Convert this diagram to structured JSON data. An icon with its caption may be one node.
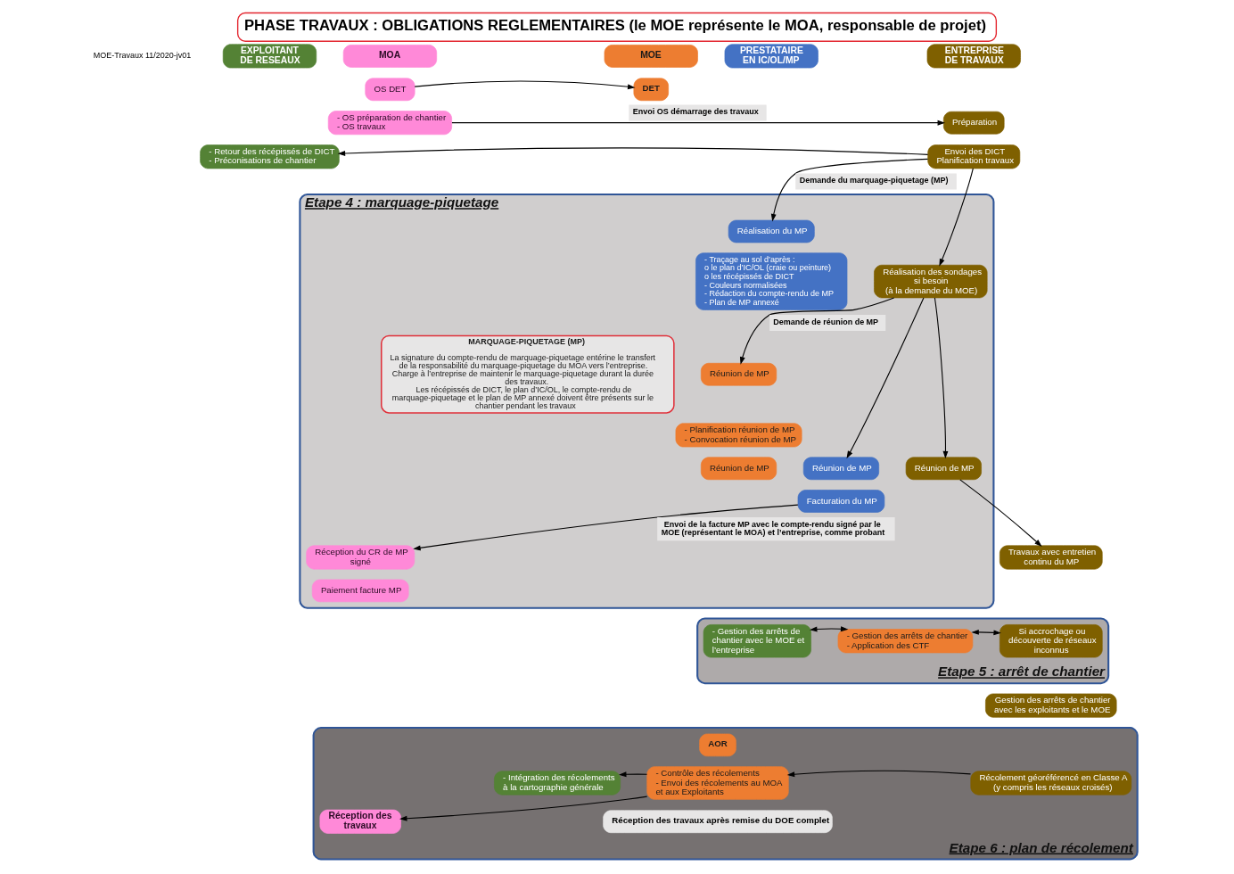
{
  "diagram": {
    "title": "PHASE TRAVAUX : OBLIGATIONS REGLEMENTAIRES (le MOE représente le MOA, responsable de projet)",
    "nodes": [
      {
        "text": [
          "EXPLOITANT DE RESEAUX"
        ]
      },
      {
        "text": [
          "MOA"
        ]
      },
      {
        "text": [
          "MOE"
        ]
      },
      {
        "text": [
          "PRESTATAIRE EN IC/OL/MP"
        ]
      },
      {
        "text": [
          "ENTREPRISE DE TRAVAUX"
        ]
      },
      {
        "text": [
          "OS DET"
        ]
      },
      {
        "text": [
          "DET"
        ]
      },
      {
        "text": [
          "- OS préparation de chantier",
          "- OS travaux"
        ]
      },
      {
        "text": [
          "Préparation"
        ]
      },
      {
        "text": [
          "Envoi des DICT",
          "Planification travaux"
        ]
      },
      {
        "text": [
          "- Retour des récépissés de DICT",
          "- Préconisations de chantier"
        ]
      },
      {
        "text": [
          "Etape 4 : marquage-piquetage"
        ]
      },
      {
        "text": [
          "MARQUAGE-PIQUETAGE (MP)",
          "La signature du compte-rendu de marquage-piquetage entérine le transfert de la responsabilité du marquage-piquetage du MOA vers l’entreprise.",
          "Charge à l’entreprise de maintenir le marquage-piquetage durant la durée des travaux.",
          "Les récépissés de DICT, le plan d’IC/OL, le compte-rendu de marquage-piquetage et le plan de MP annexé doivent être présents sur le chantier pendant les travaux"
        ],
        "in": 11
      },
      {
        "text": [
          "Réalisation du MP"
        ],
        "in": 11
      },
      {
        "text": [
          "- Traçage au sol d’après :",
          "o le plan d’IC/OL (craie ou peinture)",
          "o les récépissés de DICT",
          "- Couleurs normalisées",
          "- Rédaction du compte-rendu de MP",
          "- Plan de MP annexé"
        ],
        "in": 11
      },
      {
        "text": [
          "Réalisation des sondages si besoin",
          "(à la demande du MOE)"
        ],
        "in": 11
      },
      {
        "text": [
          "Réunion de MP"
        ],
        "in": 11
      },
      {
        "text": [
          "- Planification réunion de MP",
          "- Convocation réunion de MP"
        ],
        "in": 11
      },
      {
        "text": [
          "Réunion de MP"
        ],
        "in": 11
      },
      {
        "text": [
          "Réunion de MP"
        ],
        "in": 11
      },
      {
        "text": [
          "Réunion de MP"
        ],
        "in": 11
      },
      {
        "text": [
          "Facturation du MP"
        ],
        "in": 11
      },
      {
        "text": [
          "Réception du CR de MP signé"
        ],
        "in": 11
      },
      {
        "text": [
          "Paiement facture MP"
        ],
        "in": 11
      },
      {
        "text": [
          "Travaux avec entretien continu du MP"
        ]
      },
      {
        "text": [
          "Etape 5 : arrêt de chantier"
        ]
      },
      {
        "text": [
          "- Gestion des arrêts de chantier avec le MOE et l’entreprise"
        ],
        "in": 25
      },
      {
        "text": [
          "- Gestion des arrêts de chantier",
          "- Application des CTF"
        ],
        "in": 25
      },
      {
        "text": [
          "Si accrochage ou découverte de réseaux inconnus"
        ],
        "in": 25
      },
      {
        "text": [
          "Gestion des arrêts de chantier avec les exploitants et le MOE"
        ]
      },
      {
        "text": [
          "Etape 6 : plan de récolement"
        ]
      },
      {
        "text": [
          "AOR"
        ],
        "in": 30
      },
      {
        "text": [
          "- Contrôle des récolements",
          "- Envoi des récolements au MOA et aux Exploitants"
        ],
        "in": 30
      },
      {
        "text": [
          "- Intégration des récolements à la cartographie générale"
        ],
        "in": 30
      },
      {
        "text": [
          "Réception des travaux"
        ],
        "in": 30
      },
      {
        "text": [
          "Récolement géoréférencé en Classe A",
          "(y compris les réseaux croisés)"
        ],
        "in": 30
      },
      {
        "text": [
          "Réception des travaux après remise du DOE complet"
        ],
        "in": 30
      }
    ],
    "edges": [
      {
        "from": 5,
        "to": 6,
        "arrow": "to"
      },
      {
        "from": 7,
        "to": 8,
        "arrow": "to",
        "label": "Envoi OS démarrage des travaux"
      },
      {
        "from": 9,
        "to": 10,
        "arrow": "to"
      },
      {
        "from": 9,
        "to": 15,
        "arrow": "to"
      },
      {
        "from": 9,
        "to": 13,
        "arrow": "to",
        "label": "Demande du marquage-piquetage (MP)"
      },
      {
        "from": 15,
        "to": 16,
        "arrow": "to",
        "label": "Demande de réunion de MP"
      },
      {
        "from": 15,
        "to": 19,
        "arrow": "to"
      },
      {
        "from": 15,
        "to": 20,
        "arrow": "to"
      },
      {
        "from": 20,
        "to": 24,
        "arrow": "to"
      },
      {
        "from": 21,
        "to": 22,
        "arrow": "to",
        "label": "Envoi de la facture MP avec le compte-rendu signé par le MOE (représentant le MOA) et l’entreprise, comme probant"
      },
      {
        "from": 26,
        "to": 27,
        "arrow": "both"
      },
      {
        "from": 27,
        "to": 28,
        "arrow": "both"
      },
      {
        "from": 35,
        "to": 32,
        "arrow": "to"
      },
      {
        "from": 32,
        "to": 33,
        "arrow": "to"
      },
      {
        "from": 32,
        "to": 34,
        "arrow": "to"
      }
    ],
    "labels": [
      "MOE-Travaux 11/2020-jv01"
    ]
  }
}
